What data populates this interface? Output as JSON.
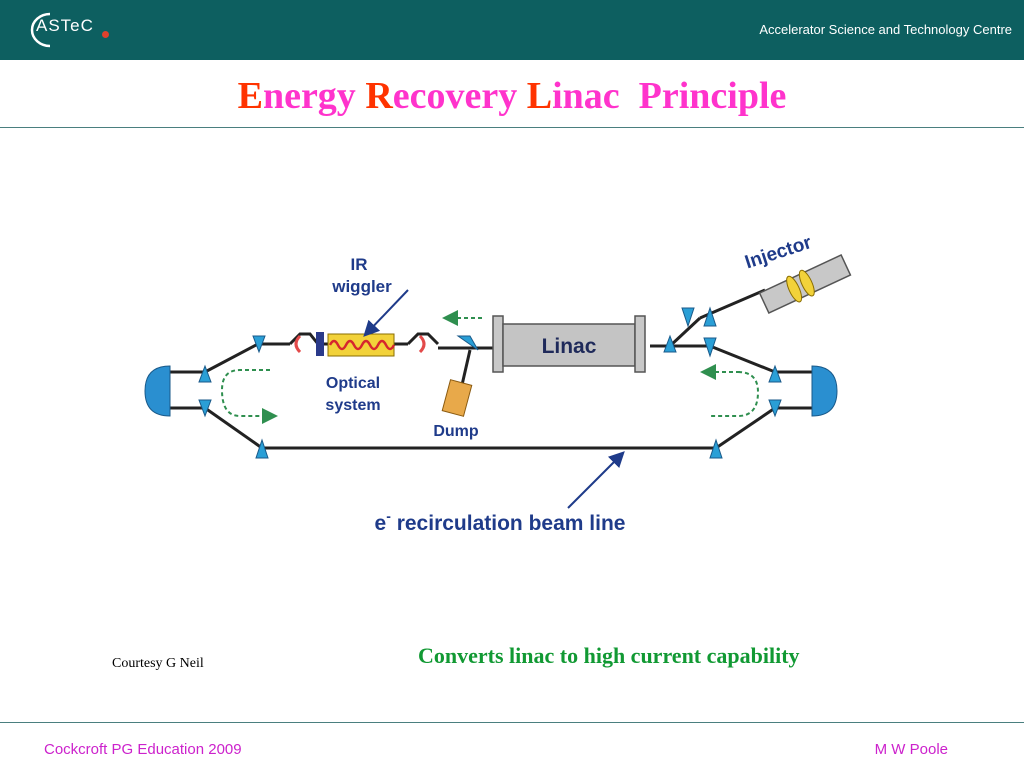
{
  "header": {
    "logo_text": "ASTeC",
    "organization": "Accelerator Science and Technology Centre"
  },
  "title": {
    "parts": [
      {
        "text": "E",
        "style": "cap"
      },
      {
        "text": "nergy ",
        "style": "body"
      },
      {
        "text": "R",
        "style": "cap"
      },
      {
        "text": "ecovery ",
        "style": "body"
      },
      {
        "text": "L",
        "style": "cap"
      },
      {
        "text": "inac  Principle",
        "style": "body"
      }
    ]
  },
  "diagram": {
    "labels": {
      "ir": "IR",
      "wiggler": "wiggler",
      "injector": "Injector",
      "linac": "Linac",
      "optical": "Optical",
      "system": "system",
      "dump": "Dump",
      "beamline_prefix": "e",
      "beamline_superscript": "-",
      "beamline_text": " recirculation beam line"
    }
  },
  "courtesy": "Courtesy G Neil",
  "caption": "Converts linac to high current capability",
  "footer": {
    "left": "Cockcroft PG Education 2009",
    "right": "M W Poole"
  },
  "colors": {
    "header_bg": "#0d5f60",
    "title_body": "#ff33cc",
    "title_cap": "#ff3300",
    "caption": "#119933",
    "footer_text": "#cc22cc",
    "magnet": "#2a9fd6",
    "arc_magnet": "#2a8fd0",
    "wiggler": "#f2d23a",
    "dump": "#e8a94a",
    "flow_arrow": "#2f8f4f",
    "label_text": "#1f3b8a"
  }
}
